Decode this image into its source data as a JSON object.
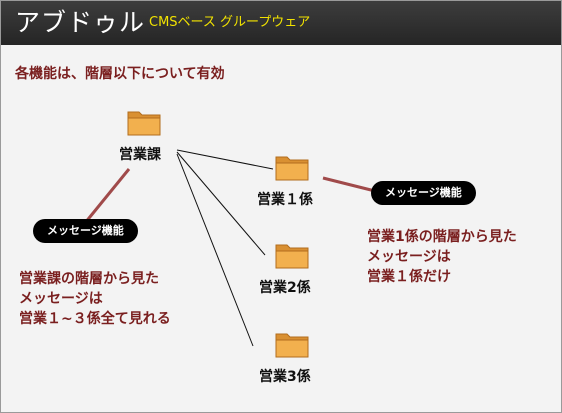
{
  "header": {
    "brand": "アブドゥル",
    "subtitle": "CMSベース グループウェア"
  },
  "diagram": {
    "heading": "各機能は、階層以下について有効",
    "nodes": {
      "parent": "営業課",
      "child1": "営業１係",
      "child2": "営業2係",
      "child3": "営業3係"
    },
    "badges": {
      "left": "メッセージ機能",
      "right": "メッセージ機能"
    },
    "notes": {
      "left": [
        "営業課の階層から見た",
        "メッセージは",
        "営業１~３係全て見れる"
      ],
      "right": [
        "営業1係の階層から見た",
        "メッセージは",
        "営業１係だけ"
      ]
    }
  },
  "colors": {
    "note_text": "#7a1f1f",
    "connector_badge": "#a04a4a",
    "folder_fill": "#f2b04e",
    "header_accent": "#f1e200"
  }
}
